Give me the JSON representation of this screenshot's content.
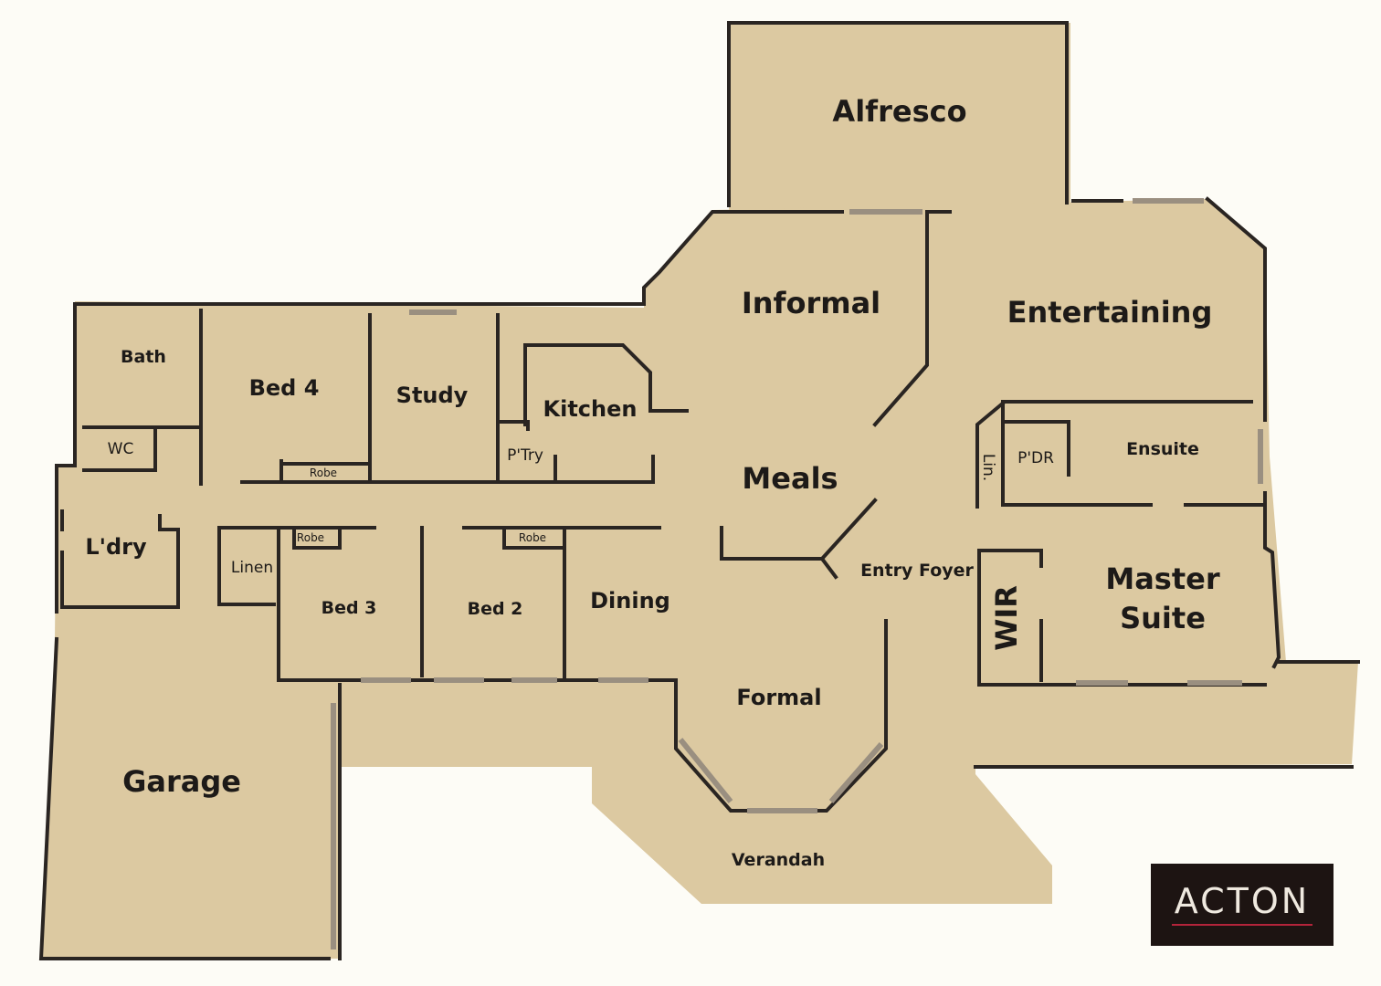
{
  "rooms": {
    "alfresco": "Alfresco",
    "informal": "Informal",
    "entertaining": "Entertaining",
    "bath": "Bath",
    "bed4": "Bed 4",
    "study": "Study",
    "kitchen": "Kitchen",
    "wc": "WC",
    "pantry": "P'Try",
    "robe_bed4": "Robe",
    "meals": "Meals",
    "linen_closet": "Lin.",
    "pdr": "P'DR",
    "ensuite": "Ensuite",
    "laundry": "L'dry",
    "robe_bed3": "Robe",
    "robe_bed2": "Robe",
    "linen": "Linen",
    "bed3": "Bed 3",
    "bed2": "Bed 2",
    "dining": "Dining",
    "entry_foyer": "Entry Foyer",
    "master_suite_line1": "Master",
    "master_suite_line2": "Suite",
    "wir": "WIR",
    "formal": "Formal",
    "garage": "Garage",
    "verandah": "Verandah"
  },
  "brand": {
    "logo": "ACTON",
    "accent": "#b3243a"
  },
  "colors": {
    "floor": "#dcc9a1",
    "wall": "#2a2522",
    "background": "#fdfcf6"
  }
}
